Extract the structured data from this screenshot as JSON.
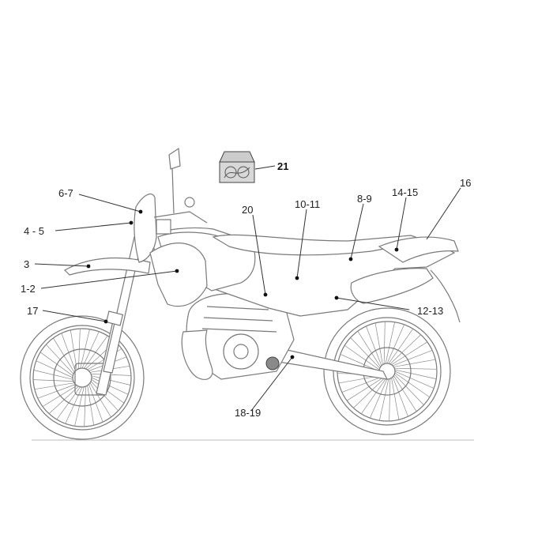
{
  "callouts": [
    {
      "id": "c-6-7",
      "label": "6-7"
    },
    {
      "id": "c-4-5",
      "label": "4 - 5"
    },
    {
      "id": "c-3",
      "label": "3"
    },
    {
      "id": "c-1-2",
      "label": "1-2"
    },
    {
      "id": "c-17",
      "label": "17"
    },
    {
      "id": "c-20",
      "label": "20"
    },
    {
      "id": "c-10-11",
      "label": "10-11"
    },
    {
      "id": "c-8-9",
      "label": "8-9"
    },
    {
      "id": "c-14-15",
      "label": "14-15"
    },
    {
      "id": "c-16",
      "label": "16"
    },
    {
      "id": "c-12-13",
      "label": "12-13"
    },
    {
      "id": "c-18-19",
      "label": "18-19"
    },
    {
      "id": "c-21",
      "label": "21"
    }
  ],
  "colors": {
    "line": "#333333",
    "outline": "#7a7a7a",
    "text": "#222222"
  }
}
